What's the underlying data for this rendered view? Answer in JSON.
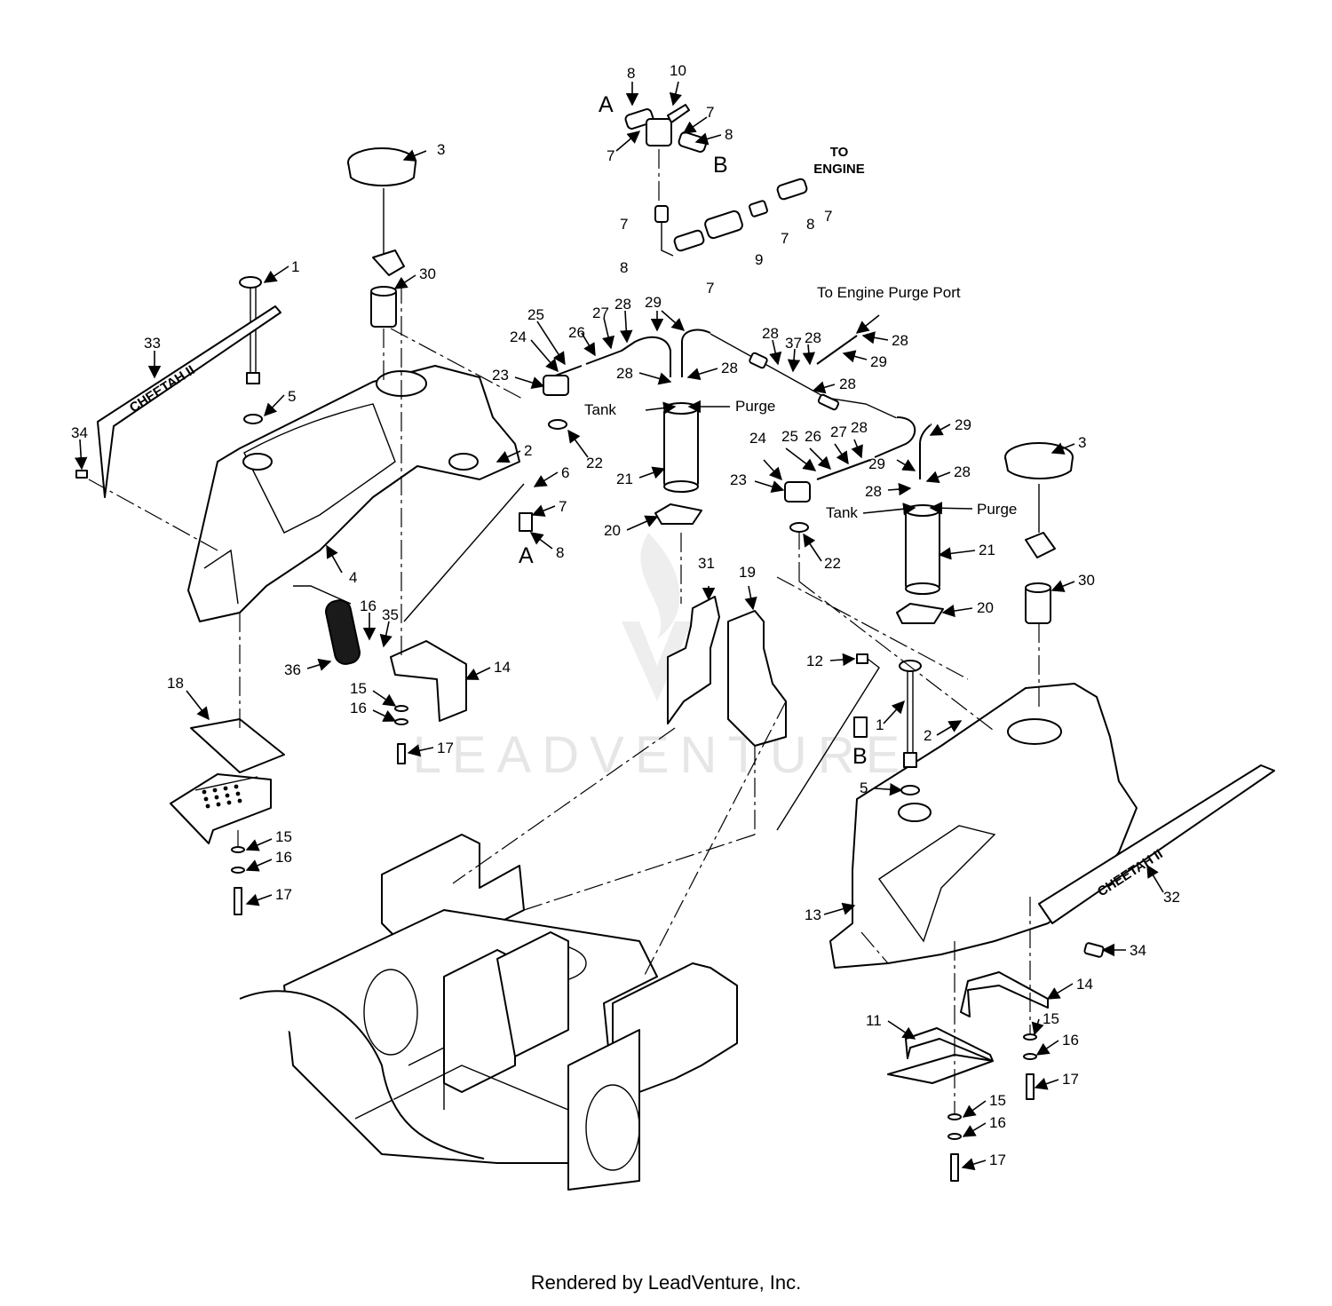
{
  "footer": "Rendered by LeadVenture, Inc.",
  "watermark": "LEADVENTURE",
  "notes": {
    "to_engine_line1": "TO",
    "to_engine_line2": "ENGINE",
    "purge_port": "To Engine Purge Port",
    "tank": "Tank",
    "purge": "Purge"
  },
  "decals": {
    "left": "CHEETAH II",
    "right": "CHEETAH II"
  },
  "connectors": [
    "A",
    "B"
  ],
  "callouts": [
    "1",
    "2",
    "3",
    "4",
    "5",
    "6",
    "7",
    "8",
    "9",
    "10",
    "11",
    "12",
    "13",
    "14",
    "15",
    "16",
    "17",
    "18",
    "19",
    "20",
    "21",
    "22",
    "23",
    "24",
    "25",
    "26",
    "27",
    "28",
    "29",
    "30",
    "31",
    "32",
    "33",
    "34",
    "35",
    "36",
    "37"
  ],
  "colors": {
    "line": "#000000",
    "watermark": "#e6e6e6",
    "background": "#ffffff"
  }
}
